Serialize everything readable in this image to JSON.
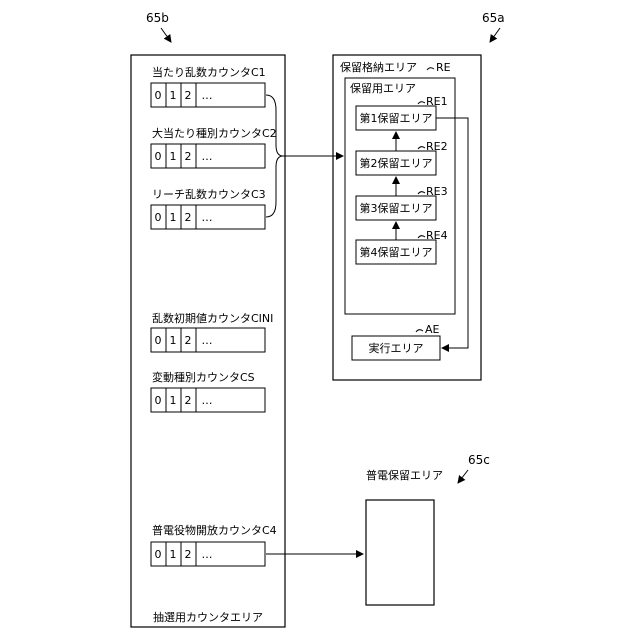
{
  "refs": {
    "ref_65b": "65b",
    "ref_65a": "65a",
    "ref_65c": "65c"
  },
  "counter_area": {
    "label": "抽選用カウンタエリア",
    "counters": [
      {
        "label": "当たり乱数カウンタC1",
        "cells": [
          "0",
          "1",
          "2",
          "…"
        ]
      },
      {
        "label": "大当たり種別カウンタC2",
        "cells": [
          "0",
          "1",
          "2",
          "…"
        ]
      },
      {
        "label": "リーチ乱数カウンタC3",
        "cells": [
          "0",
          "1",
          "2",
          "…"
        ]
      },
      {
        "label": "乱数初期値カウンタCINI",
        "cells": [
          "0",
          "1",
          "2",
          "…"
        ]
      },
      {
        "label": "変動種別カウンタCS",
        "cells": [
          "0",
          "1",
          "2",
          "…"
        ]
      },
      {
        "label": "普電役物開放カウンタC4",
        "cells": [
          "0",
          "1",
          "2",
          "…"
        ]
      }
    ]
  },
  "hold_storage": {
    "label": "保留格納エリア",
    "re_tag": "RE",
    "hold_area_label": "保留用エリア",
    "holds": [
      {
        "label": "第1保留エリア",
        "tag": "RE1"
      },
      {
        "label": "第2保留エリア",
        "tag": "RE2"
      },
      {
        "label": "第3保留エリア",
        "tag": "RE3"
      },
      {
        "label": "第4保留エリア",
        "tag": "RE4"
      }
    ],
    "exec_label": "実行エリア",
    "exec_tag": "AE"
  },
  "denchu": {
    "label": "普電保留エリア"
  }
}
